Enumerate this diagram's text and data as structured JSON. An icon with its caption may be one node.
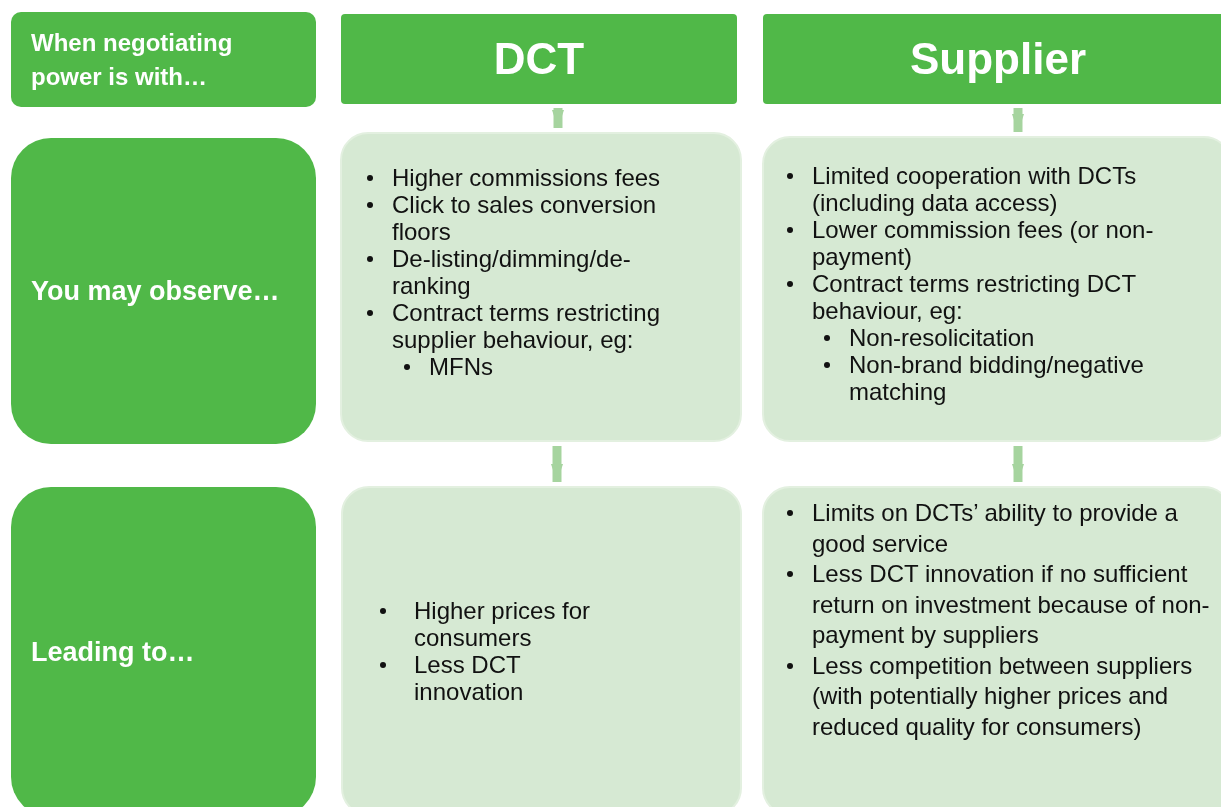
{
  "diagram": {
    "nodes": [
      {
        "text": [
          "When negotiating power is with…"
        ]
      },
      {
        "text": [
          "DCT"
        ]
      },
      {
        "text": [
          "Supplier"
        ]
      },
      {
        "text": [
          "You may observe…"
        ]
      },
      {
        "text": [
          "Higher commissions fees",
          "Click to sales conversion floors",
          "De-listing/dimming/de-ranking",
          "Contract terms restricting supplier behaviour, eg:",
          "MFNs"
        ]
      },
      {
        "text": [
          "Limited cooperation with DCTs (including data access)",
          "Lower commission fees (or non-payment)",
          "Contract terms restricting DCT behaviour, eg:",
          "Non-resolicitation",
          "Non-brand bidding/negative matching"
        ]
      },
      {
        "text": [
          "Leading to…"
        ]
      },
      {
        "text": [
          "Higher prices for consumers",
          "Less DCT innovation"
        ]
      },
      {
        "text": [
          "Limits on DCTs’ ability to provide a good service",
          "Less DCT innovation if no sufficient return on investment because of non-payment by suppliers",
          "Less competition between suppliers (with potentially higher prices and reduced quality for consumers)"
        ]
      }
    ],
    "edges": [
      {
        "from": 1,
        "to": 4,
        "arrow": "to"
      },
      {
        "from": 2,
        "to": 5,
        "arrow": "to"
      },
      {
        "from": 4,
        "to": 7,
        "arrow": "to"
      },
      {
        "from": 5,
        "to": 8,
        "arrow": "to"
      }
    ]
  }
}
